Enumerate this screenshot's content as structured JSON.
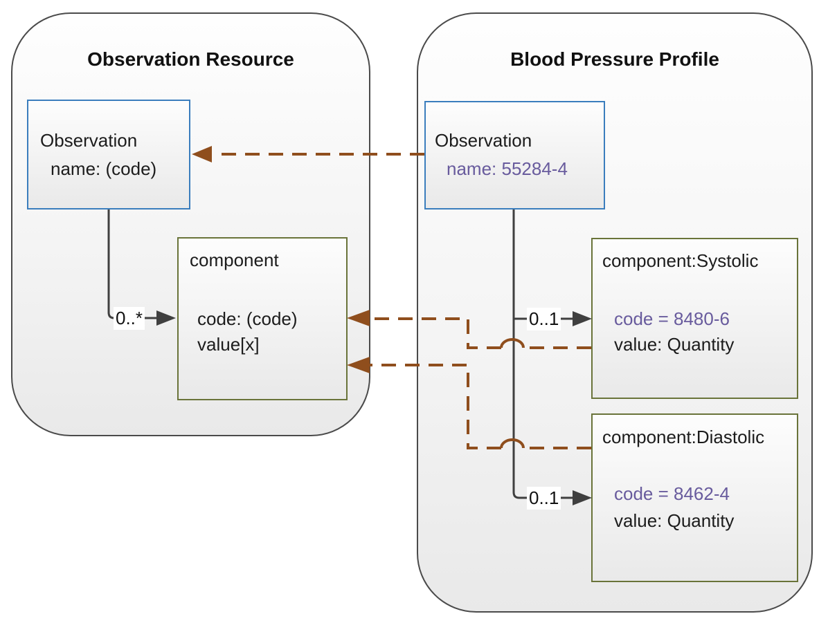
{
  "left_panel": {
    "title": "Observation Resource",
    "observation_box": {
      "title": "Observation",
      "attr": "name: (code)"
    },
    "component_box": {
      "title": "component",
      "code": "code: (code)",
      "value": "value[x]"
    },
    "component_multiplicity": "0..*"
  },
  "right_panel": {
    "title": "Blood Pressure Profile",
    "observation_box": {
      "title": "Observation",
      "attr": "name: 55284-4"
    },
    "systolic_box": {
      "title": "component:Systolic",
      "code": "code = 8480-6",
      "value": "value: Quantity"
    },
    "diastolic_box": {
      "title": "component:Diastolic",
      "code": "code = 8462-4",
      "value": "value: Quantity"
    },
    "systolic_multiplicity": "0..1",
    "diastolic_multiplicity": "0..1"
  },
  "colors": {
    "class_box_border_blue": "#3a7dbd",
    "component_box_border_olive": "#697339",
    "mapping_arrow_brown": "#8f4e1d",
    "containment_line_gray": "#3f3f3f",
    "fixed_value_text_purple": "#685b9d"
  }
}
